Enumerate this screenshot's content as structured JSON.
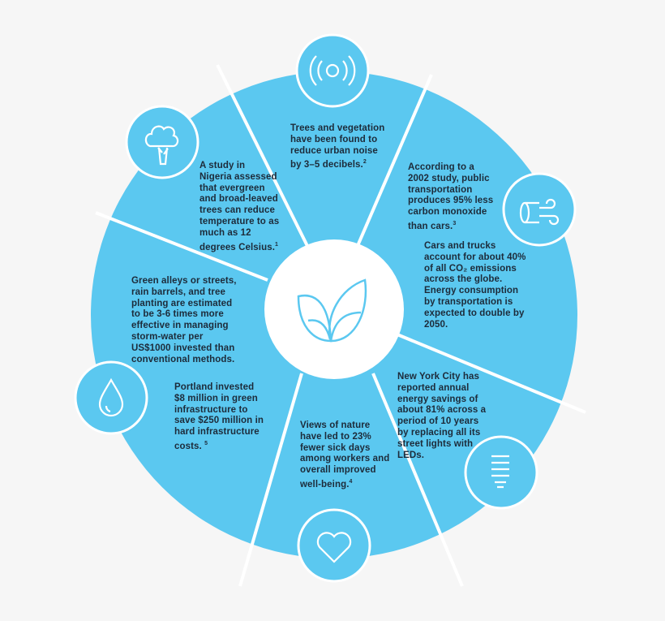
{
  "colors": {
    "wheel": "#5bc8f0",
    "divider": "#ffffff",
    "text": "#1d2b3a",
    "background": "#f6f6f6"
  },
  "center": {
    "icon": "leaves-icon"
  },
  "segments": [
    {
      "icon": "sound-waves-icon",
      "text": "Trees and vegetation\nhave been found to\nreduce urban noise\nby 3–5 decibels.",
      "note": "2"
    },
    {
      "icon": "tree-icon",
      "text": "A study in\nNigeria assessed\nthat evergreen\nand broad-leaved\ntrees can reduce\ntemperature to as\nmuch as 12\ndegrees Celsius.",
      "note": "1"
    },
    {
      "icon": "wind-icon",
      "text": "According to a\n2002 study, public\ntransportation\nproduces 95% less\ncarbon monoxide\nthan cars.",
      "note": "3"
    },
    {
      "icon": "wind-icon",
      "text": "Cars and trucks\naccount for about 40%\nof all CO₂ emissions\nacross the globe.\nEnergy consumption\nby transportation is\nexpected to double by\n2050.",
      "note": ""
    },
    {
      "icon": "water-drop-icon",
      "text": "Green alleys or streets,\nrain barrels, and tree\nplanting are estimated\nto be 3-6 times more\neffective in managing\nstorm-water per\nUS$1000 invested than\nconventional methods.",
      "note": ""
    },
    {
      "icon": "water-drop-icon",
      "text": "Portland invested\n$8 million in green\ninfrastructure to\nsave $250 million in\nhard infrastructure\ncosts.",
      "note": "5"
    },
    {
      "icon": "heart-icon",
      "text": "Views of nature\nhave led to 23%\nfewer sick days\namong workers and\noverall improved\nwell-being.",
      "note": "4"
    },
    {
      "icon": "light-bulb-icon",
      "text": "New York City has\nreported annual\nenergy savings of\nabout 81% across a\nperiod of 10 years\nby replacing all its\nstreet lights with\nLEDs.",
      "note": ""
    }
  ]
}
